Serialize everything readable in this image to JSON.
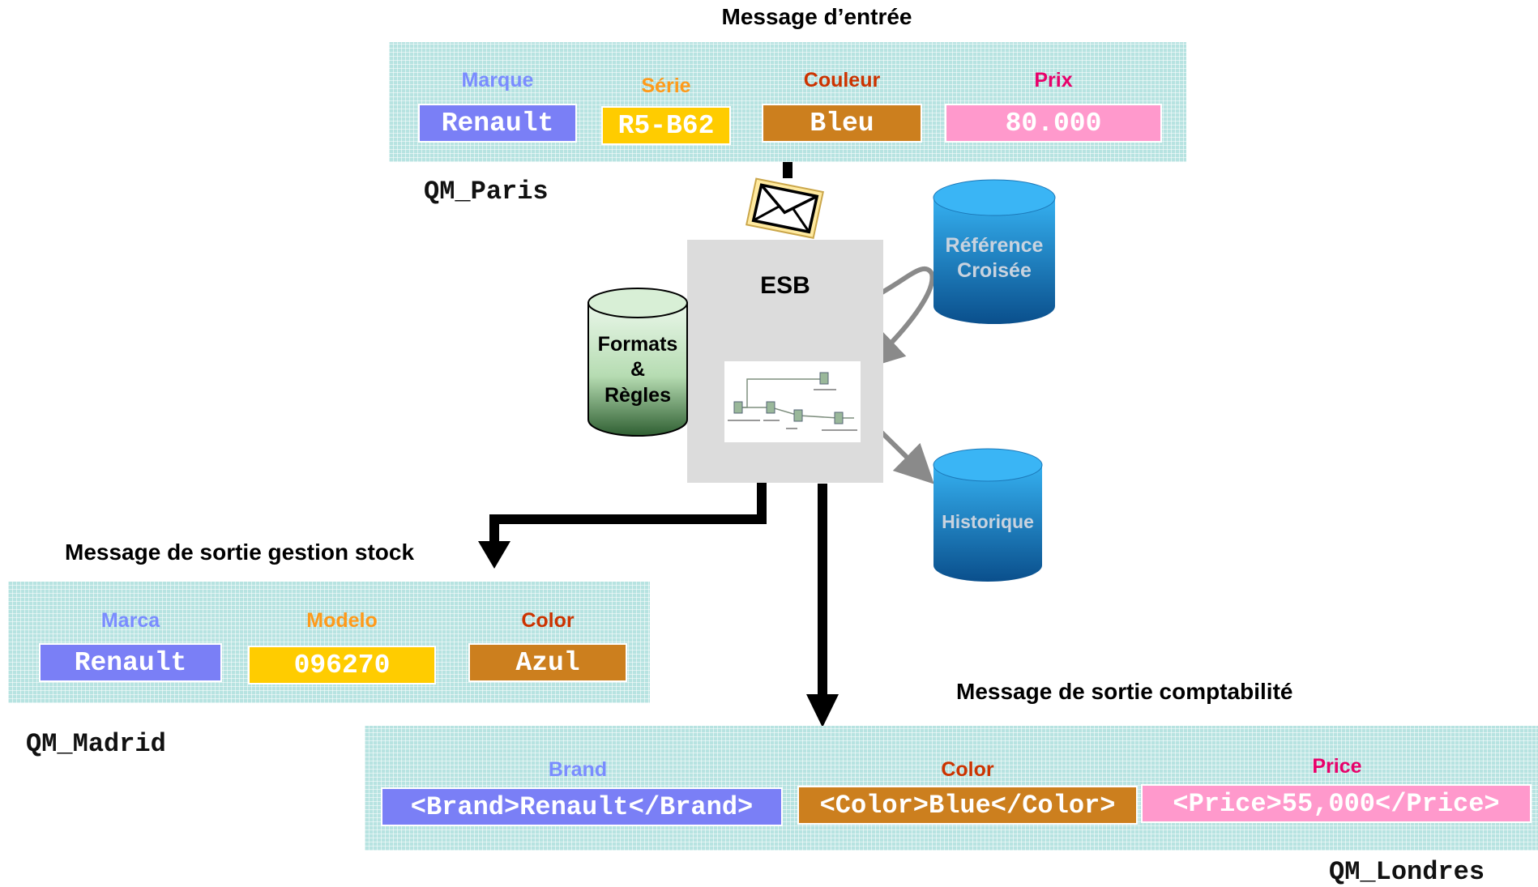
{
  "input": {
    "title": "Message d’entrée",
    "labels": [
      "Marque",
      "Série",
      "Couleur",
      "Prix"
    ],
    "values": [
      "Renault",
      "R5-B62",
      "Bleu",
      "80.000"
    ],
    "queue": "QM_Paris"
  },
  "esb": {
    "label": "ESB",
    "rules_db": [
      "Formats",
      "&",
      "Règles"
    ],
    "crossref_db": [
      "Référence",
      "Croisée"
    ],
    "history_db": "Historique"
  },
  "stock_output": {
    "title": "Message de sortie gestion stock",
    "labels": [
      "Marca",
      "Modelo",
      "Color"
    ],
    "values": [
      "Renault",
      "096270",
      "Azul"
    ],
    "queue": "QM_Madrid"
  },
  "accounting_output": {
    "title": "Message de sortie comptabilité",
    "labels": [
      "Brand",
      "Color",
      "Price"
    ],
    "values": [
      "<Brand>Renault</Brand>",
      "<Color>Blue</Color>",
      "<Price>55,000</Price>"
    ],
    "queue": "QM_Londres"
  },
  "colors": {
    "field_blue": "#7a7ff6",
    "field_yellow": "#ffcc00",
    "field_brown": "#cc7f1e",
    "field_pink": "#ff99cc",
    "panel": "#b7e3e1",
    "db_blue": "#1f8fd6",
    "db_green": "#6fae78"
  },
  "icons": [
    "envelope-icon",
    "flow-diagram-icon"
  ]
}
